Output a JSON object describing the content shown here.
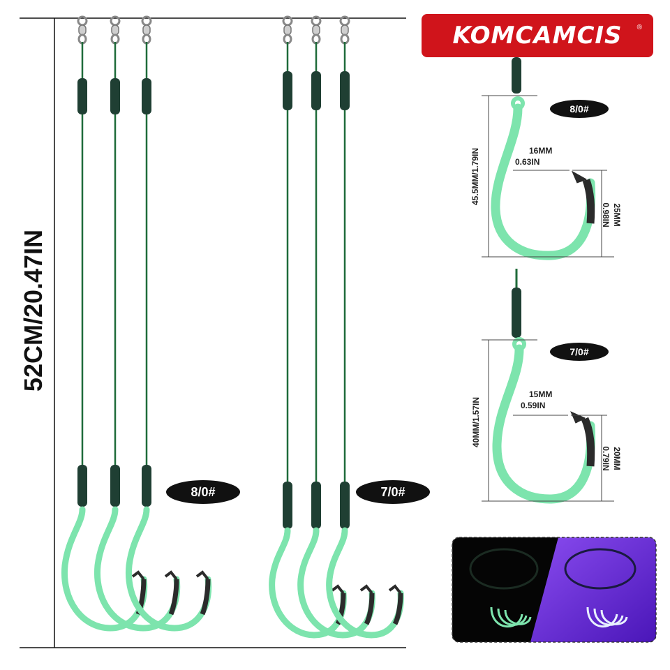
{
  "brand": {
    "name": "KOMCAMCIS",
    "mark": "®",
    "color": "#d0141b"
  },
  "length_label": "52CM/20.47IN",
  "groups": [
    {
      "size_label": "8/0#"
    },
    {
      "size_label": "7/0#"
    }
  ],
  "hook_8_0": {
    "size_label": "8/0#",
    "height": "45.5MM/1.79IN",
    "gap_mm": "16MM",
    "gap_in": "0.63IN",
    "point_mm": "25MM",
    "point_in": "0.98IN"
  },
  "hook_7_0": {
    "size_label": "7/0#",
    "height": "40MM/1.57IN",
    "gap_mm": "15MM",
    "gap_in": "0.59IN",
    "point_mm": "20MM",
    "point_in": "0.79IN"
  },
  "colors": {
    "hook_green": "#7de4ad",
    "leader_green": "#1f6b3a",
    "sleeve": "#1f3f33",
    "barb": "#2b2b2b",
    "uv_purple": "#6b2bd6"
  }
}
